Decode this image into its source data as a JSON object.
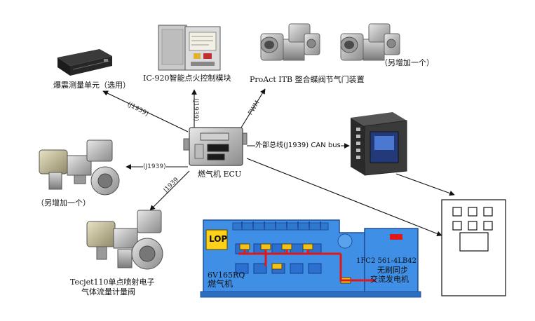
{
  "labels": {
    "knock_unit": "爆震测量单元（选用）",
    "ic920": "IC-920智能点火控制模块",
    "itb": "ProAct ITB 整合蝶阀节气门装置",
    "add_one_top": "（另增加一个）",
    "ecu": "燃气机 ECU",
    "can_bus": "外部总线(J1939) CAN bus",
    "add_one_left": "（另增加一个）",
    "tecjet_line1": "Tecjet110单点喷射电子",
    "tecjet_line2": "气体流量计量阀",
    "engine_model": "6V165RQ",
    "engine_name": "燃气机",
    "gen_model": "1FC2 561-4LB42",
    "gen_line1": "无刷同步",
    "gen_line2": "交流发电机",
    "lop": "LOP"
  },
  "connections": {
    "j1939_knock": "(J1939)",
    "j1939_ic": "(J1939)",
    "pwm": "PWM",
    "j1939_left": "(J1939)",
    "j1939_tecjet": "J1939"
  },
  "colors": {
    "engine_blue": "#3f8fe6",
    "engine_dark": "#1f4f9a",
    "harness_red": "#e01818",
    "lop_yellow": "#ffd21a",
    "connector_yellow": "#f3c21a"
  },
  "icons": [
    "knock-sensor-box-icon",
    "ignition-module-icon",
    "itb-valve-icon",
    "display-controller-icon",
    "ecu-icon",
    "tecjet-valve-icon",
    "control-cabinet-icon",
    "engine-generator-icon"
  ]
}
